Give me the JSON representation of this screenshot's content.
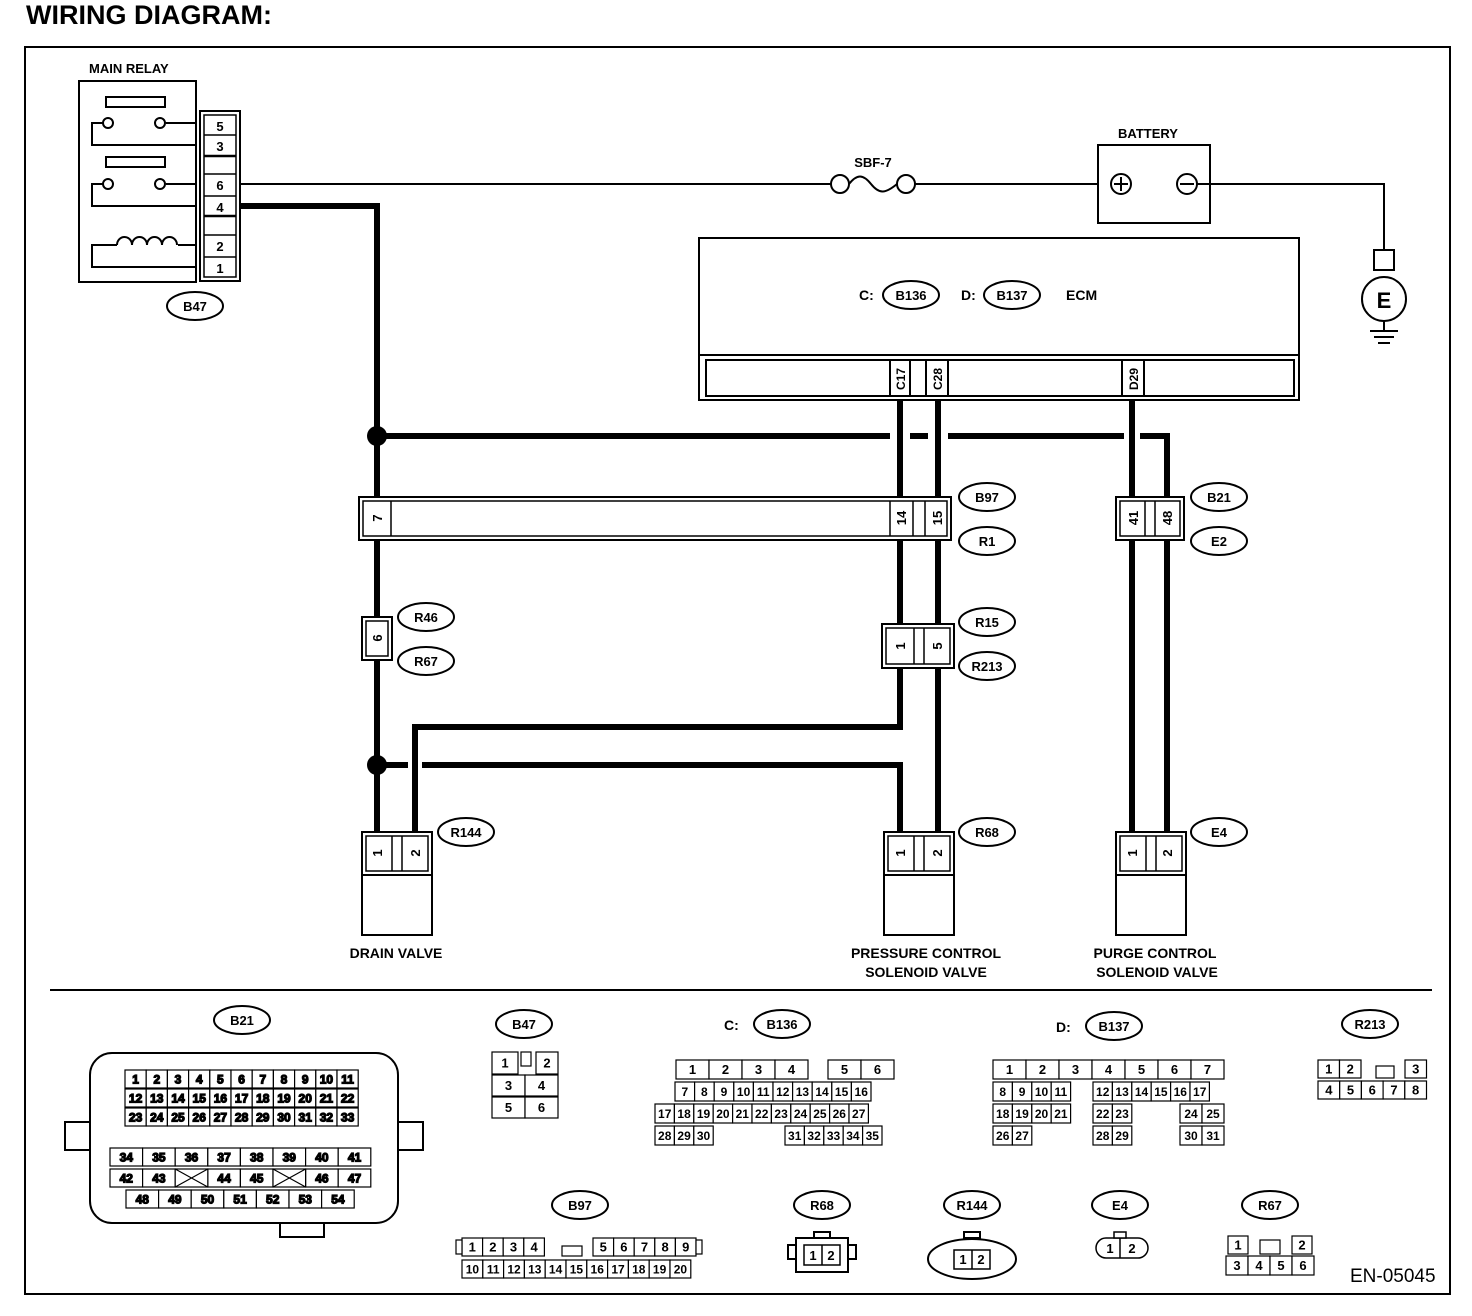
{
  "title": "WIRING DIAGRAM:",
  "doc_code": "EN-05045",
  "components": {
    "main_relay": "MAIN RELAY",
    "battery": "BATTERY",
    "fuse": "SBF-7",
    "ecm": "ECM",
    "ground": "E",
    "drain_valve": "DRAIN VALVE",
    "pressure_valve_l1": "PRESSURE CONTROL",
    "pressure_valve_l2": "SOLENOID VALVE",
    "purge_valve_l1": "PURGE CONTROL",
    "purge_valve_l2": "SOLENOID VALVE"
  },
  "relay_pins": [
    "5",
    "3",
    "6",
    "4",
    "2",
    "1"
  ],
  "ecm_labels": {
    "c_prefix": "C:",
    "d_prefix": "D:",
    "c_conn": "B136",
    "d_conn": "B137"
  },
  "ecm_pins": [
    "C17",
    "C28",
    "D29"
  ],
  "connectors": {
    "b47": "B47",
    "b97": "B97",
    "r1": "R1",
    "b21": "B21",
    "e2": "E2",
    "r46": "R46",
    "r67": "R67",
    "r15": "R15",
    "r213": "R213",
    "r144": "R144",
    "r68": "R68",
    "e4": "E4"
  },
  "pins": {
    "p7": "7",
    "p14": "14",
    "p15": "15",
    "p41": "41",
    "p48": "48",
    "p6": "6",
    "p1": "1",
    "p5": "5",
    "p2": "2"
  },
  "pinouts": {
    "b21": {
      "label": "B21"
    },
    "b47": {
      "label": "B47"
    },
    "b136": {
      "prefix": "C:",
      "label": "B136"
    },
    "b137": {
      "prefix": "D:",
      "label": "B137"
    },
    "r213": {
      "label": "R213"
    },
    "b97": {
      "label": "B97"
    },
    "r68": {
      "label": "R68"
    },
    "r144": {
      "label": "R144"
    },
    "e4": {
      "label": "E4"
    },
    "r67": {
      "label": "R67"
    }
  }
}
